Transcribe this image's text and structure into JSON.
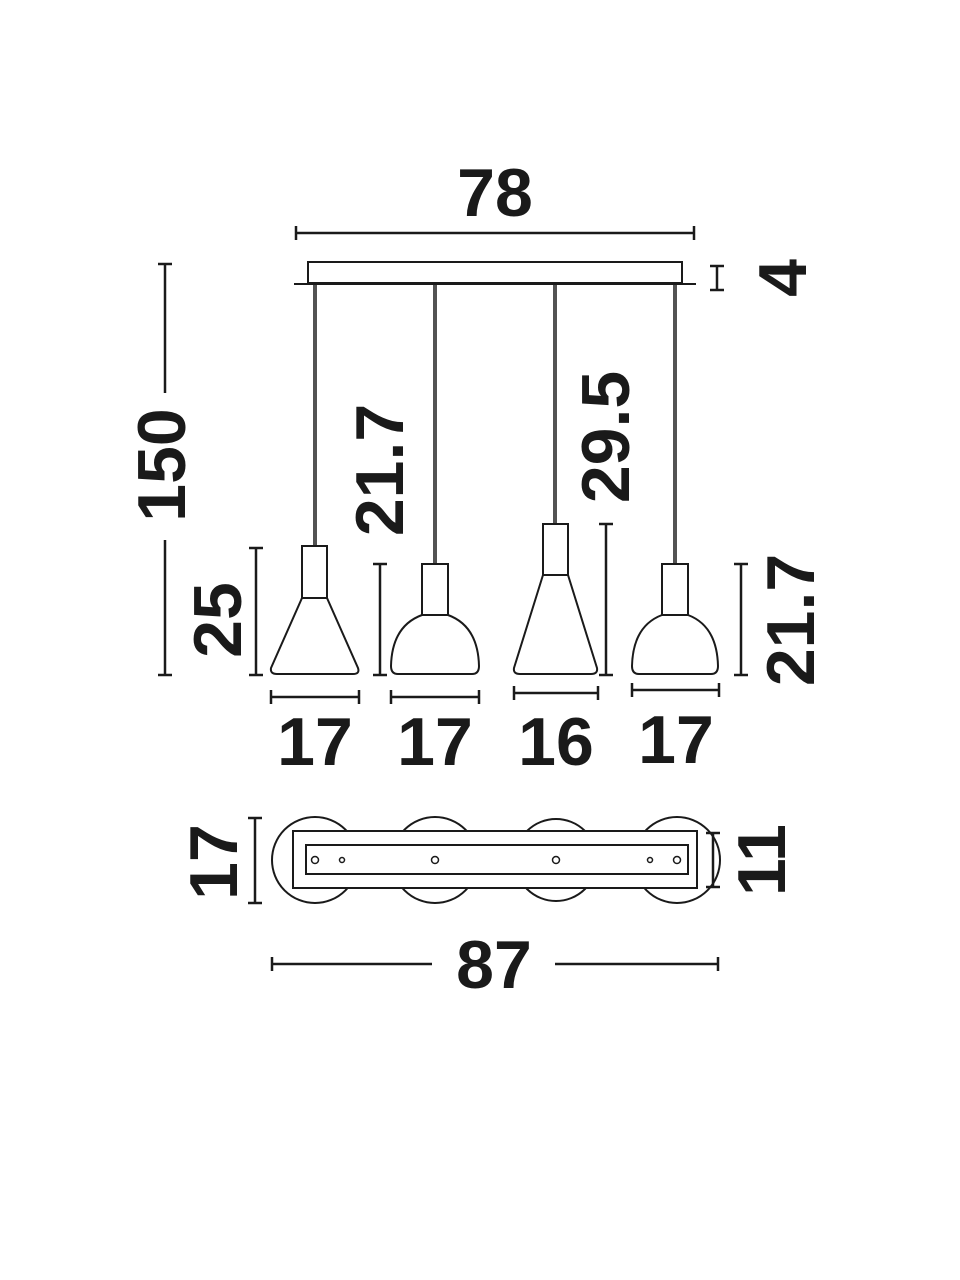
{
  "dimensions": {
    "canopy_length": "78",
    "canopy_height": "4",
    "total_height": "150",
    "cable_length_2": "21.7",
    "cable_length_3": "29.5",
    "shade_height_1": "25",
    "shade_height_4": "21.7",
    "shade_width_1": "17",
    "shade_width_2": "17",
    "shade_width_3": "16",
    "shade_width_4": "17",
    "overall_depth": "17",
    "canopy_depth": "11",
    "overall_length": "87"
  },
  "colors": {
    "line": "#1a1a1a",
    "background": "#ffffff"
  }
}
